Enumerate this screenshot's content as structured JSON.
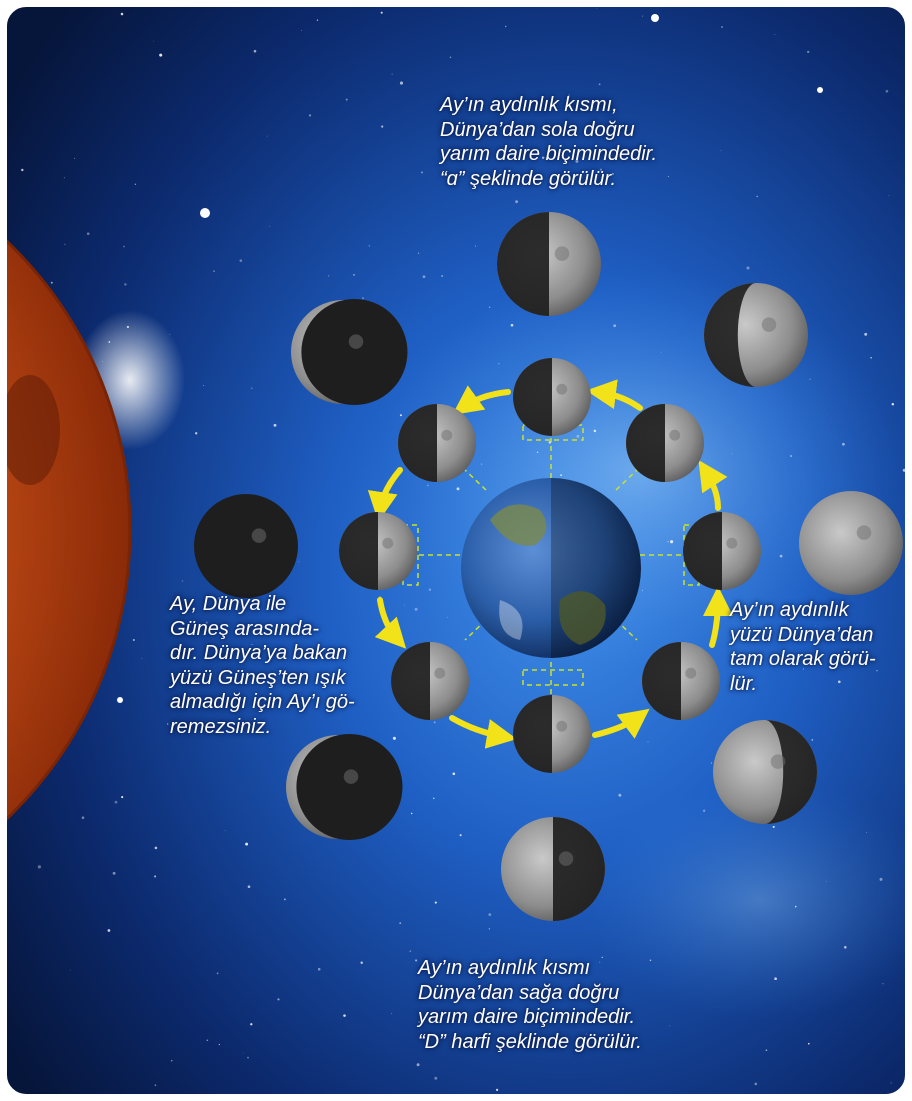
{
  "captions": {
    "top": {
      "lines": [
        "Ay’ın aydınlık kısmı,",
        "Dünya’dan sola doğru",
        "yarım daire biçimindedir.",
        "“ɑ” şeklinde görülür."
      ]
    },
    "left": {
      "lines": [
        "Ay, Dünya ile",
        "Güneş arasında-",
        "dır. Dünya’ya bakan",
        "yüzü Güneş’ten ışık",
        "almadığı için Ay’ı gö-",
        "remezsiniz."
      ]
    },
    "right": {
      "lines": [
        "Ay’ın aydınlık",
        "yüzü Dünya’dan",
        "tam olarak görü-",
        "lür."
      ]
    },
    "bottom": {
      "lines": [
        "Ay’ın aydınlık kısmı",
        "Dünya’dan sağa doğru",
        "yarım daire biçimindedir.",
        "“D” harfi şeklinde görülür."
      ]
    }
  },
  "colors": {
    "space_dark": "#06153a",
    "space_blue": "#1f5fc4",
    "sun": "#d2561a",
    "orbit_arrow": "#f2e21a",
    "guide_dash": "#c8e22a",
    "moon_lit": "#9c9c9c",
    "moon_dark": "#1e1e1e"
  },
  "icons": {
    "sun": "sun-icon",
    "earth": "earth-icon",
    "moon": "moon-icon"
  }
}
